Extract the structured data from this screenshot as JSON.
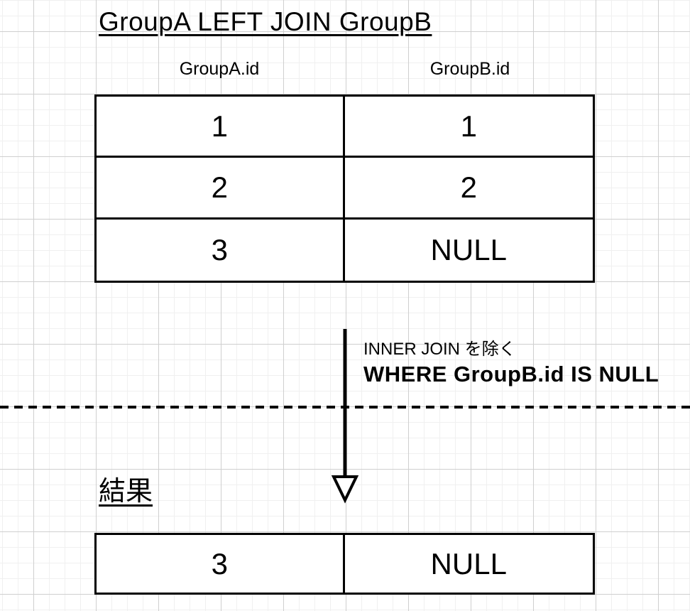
{
  "diagram": {
    "title": "GroupA LEFT JOIN GroupB",
    "join_table": {
      "column_headers": [
        "GroupA.id",
        "GroupB.id"
      ],
      "rows": [
        [
          "1",
          "1"
        ],
        [
          "2",
          "2"
        ],
        [
          "3",
          "NULL"
        ]
      ]
    },
    "filter_note": {
      "line1": "INNER JOIN を除く",
      "line2": "WHERE GroupB.id IS NULL"
    },
    "result_label": "結果",
    "result_table": {
      "rows": [
        [
          "3",
          "NULL"
        ]
      ]
    },
    "colors": {
      "ink": "#000000",
      "background": "#ffffff",
      "grid_minor": "#f0f0f0",
      "grid_major": "#cfcfcf"
    }
  }
}
